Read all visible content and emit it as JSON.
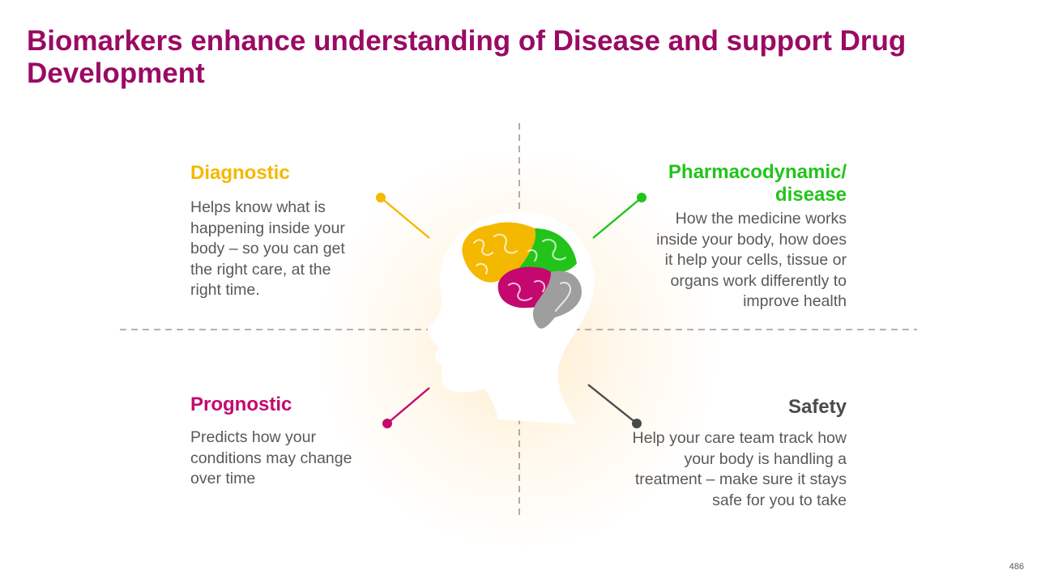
{
  "title": "Biomarkers enhance understanding of Disease and support Drug Development",
  "quadrants": {
    "diagnostic": {
      "heading": "Diagnostic",
      "text": "Helps know what is happening inside your body – so you can get the right care, at the right time.",
      "color": "#f5b800"
    },
    "pharmacodynamic": {
      "heading": "Pharmacodynamic/ disease",
      "text": "How the medicine works inside your body, how does it help your cells, tissue or organs work differently to improve health",
      "color": "#22c41a"
    },
    "prognostic": {
      "heading": "Prognostic",
      "text": "Predicts how your conditions may change over time",
      "color": "#c4086f"
    },
    "safety": {
      "heading": "Safety",
      "text": "Help your care team track how your body is handling a treatment – make sure it stays safe for you to take",
      "color": "#4a4a4a"
    }
  },
  "brain_colors": {
    "frontal": "#f5b800",
    "parietal": "#22c41a",
    "temporal": "#c4086f",
    "occipital": "#9e9e9e"
  },
  "page_number": "486"
}
